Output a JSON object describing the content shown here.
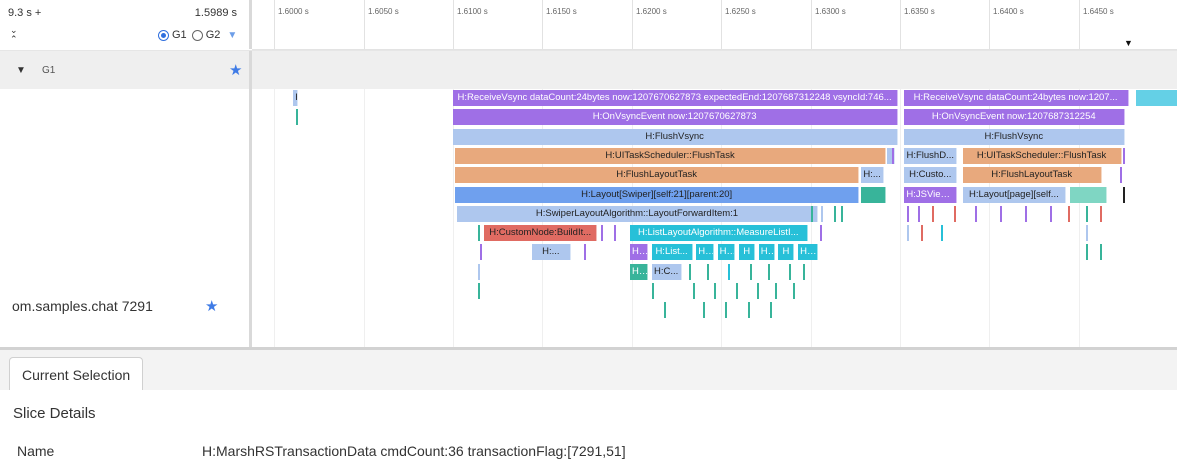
{
  "header": {
    "time_range": "9.3 s +",
    "time_value": "1.5989 s",
    "groups": [
      {
        "label": "G1",
        "selected": true
      },
      {
        "label": "G2",
        "selected": false
      }
    ]
  },
  "ruler": {
    "ticks": [
      "1.6000 s",
      "1.6050 s",
      "1.6100 s",
      "1.6150 s",
      "1.6200 s",
      "1.6250 s",
      "1.6300 s",
      "1.6350 s",
      "1.6400 s",
      "1.6450 s"
    ]
  },
  "group_row": {
    "label": "G1"
  },
  "process": {
    "name": "om.samples.chat 7291"
  },
  "flame": [
    {
      "label": "H:...",
      "color": "#aec7ee",
      "start": 1.60106,
      "end": 1.60135,
      "depth": 0
    },
    {
      "label": "H:ReceiveVsync dataCount:24bytes now:1207670627873 expectedEnd:1207687312248 vsyncId:746...",
      "color": "#9f6fe6",
      "start": 1.60998,
      "end": 1.63487,
      "depth": 0
    },
    {
      "label": "H:ReceiveVsync dataCount:24bytes now:1207...",
      "color": "#9f6fe6",
      "start": 1.6352,
      "end": 1.6478,
      "depth": 0
    },
    {
      "label": "",
      "color": "#64d0e6",
      "start": 1.6482,
      "end": 1.6508,
      "depth": 0
    },
    {
      "label": "H:OnVsyncEvent now:1207670627873",
      "color": "#9f6fe6",
      "start": 1.60998,
      "end": 1.63487,
      "depth": 1
    },
    {
      "label": "H:OnVsyncEvent now:1207687312254",
      "color": "#9f6fe6",
      "start": 1.6352,
      "end": 1.6476,
      "depth": 1
    },
    {
      "label": "H:FlushVsync",
      "color": "#aec7ee",
      "start": 1.60998,
      "end": 1.63487,
      "depth": 2
    },
    {
      "label": "H:FlushVsync",
      "color": "#aec7ee",
      "start": 1.6352,
      "end": 1.6476,
      "depth": 2
    },
    {
      "label": "H:UITaskScheduler::FlushTask",
      "color": "#e8a97d",
      "start": 1.6101,
      "end": 1.63423,
      "depth": 3
    },
    {
      "label": "",
      "color": "#aec7ee",
      "start": 1.63427,
      "end": 1.6347,
      "depth": 3
    },
    {
      "label": "H:FlushD...",
      "color": "#aec7ee",
      "start": 1.63525,
      "end": 1.6382,
      "depth": 3
    },
    {
      "label": "H:UITaskScheduler::FlushTask",
      "color": "#e8a97d",
      "start": 1.6385,
      "end": 1.6474,
      "depth": 3
    },
    {
      "label": "H:FlushLayoutTask",
      "color": "#e8a97d",
      "start": 1.6101,
      "end": 1.63273,
      "depth": 4
    },
    {
      "label": "H:...",
      "color": "#aec7ee",
      "start": 1.63283,
      "end": 1.6341,
      "depth": 4
    },
    {
      "label": "H:Custo...",
      "color": "#aec7ee",
      "start": 1.63525,
      "end": 1.6382,
      "depth": 4
    },
    {
      "label": "H:FlushLayoutTask",
      "color": "#e8a97d",
      "start": 1.6385,
      "end": 1.6463,
      "depth": 4
    },
    {
      "label": "H:Layout[Swiper][self:21][parent:20]",
      "color": "#6fa0ee",
      "start": 1.6101,
      "end": 1.63273,
      "depth": 5
    },
    {
      "label": "",
      "color": "#38b49a",
      "start": 1.63283,
      "end": 1.6342,
      "depth": 5
    },
    {
      "label": "H:JSView...",
      "color": "#9f6fe6",
      "start": 1.63525,
      "end": 1.6382,
      "depth": 5
    },
    {
      "label": "H:Layout[page][self...",
      "color": "#aec7ee",
      "start": 1.6385,
      "end": 1.6443,
      "depth": 5
    },
    {
      "label": "",
      "color": "#7fd6c3",
      "start": 1.6445,
      "end": 1.6466,
      "depth": 5
    },
    {
      "label": "H:SwiperLayoutAlgorithm::LayoutForwardItem:1",
      "color": "#aec7ee",
      "start": 1.6102,
      "end": 1.63043,
      "depth": 6
    },
    {
      "label": "H:CustomNode:BuildIt...",
      "color": "#e06b62",
      "start": 1.61175,
      "end": 1.61805,
      "depth": 7
    },
    {
      "label": "H:ListLayoutAlgorithm::MeasureListI...",
      "color": "#27c0d8",
      "start": 1.6199,
      "end": 1.62983,
      "depth": 7
    },
    {
      "label": "H:...",
      "color": "#aec7ee",
      "start": 1.6144,
      "end": 1.6166,
      "depth": 8
    },
    {
      "label": "H...",
      "color": "#9f6fe6",
      "start": 1.6199,
      "end": 1.6209,
      "depth": 8
    },
    {
      "label": "H:List...",
      "color": "#27c0d8",
      "start": 1.6211,
      "end": 1.6234,
      "depth": 8
    },
    {
      "label": "H...",
      "color": "#27c0d8",
      "start": 1.6236,
      "end": 1.6246,
      "depth": 8
    },
    {
      "label": "H...",
      "color": "#27c0d8",
      "start": 1.6248,
      "end": 1.6258,
      "depth": 8
    },
    {
      "label": "H",
      "color": "#27c0d8",
      "start": 1.626,
      "end": 1.6269,
      "depth": 8
    },
    {
      "label": "H...",
      "color": "#27c0d8",
      "start": 1.6271,
      "end": 1.628,
      "depth": 8
    },
    {
      "label": "H",
      "color": "#27c0d8",
      "start": 1.6282,
      "end": 1.6291,
      "depth": 8
    },
    {
      "label": "H...",
      "color": "#27c0d8",
      "start": 1.6293,
      "end": 1.6304,
      "depth": 8
    },
    {
      "label": "H...",
      "color": "#38b49a",
      "start": 1.6199,
      "end": 1.6209,
      "depth": 9
    },
    {
      "label": "H:C...",
      "color": "#aec7ee",
      "start": 1.6211,
      "end": 1.6228,
      "depth": 9
    }
  ],
  "thin_marks": [
    {
      "x": 1.60122,
      "depth": 1,
      "color": "#38b49a"
    },
    {
      "x": 1.6343,
      "depth": 3,
      "color": "#aec7ee"
    },
    {
      "x": 1.63455,
      "depth": 3,
      "color": "#9f6fe6"
    },
    {
      "x": 1.6475,
      "depth": 3,
      "color": "#9f6fe6"
    },
    {
      "x": 1.6473,
      "depth": 4,
      "color": "#9f6fe6"
    },
    {
      "x": 1.6475,
      "depth": 5,
      "color": "#222222"
    },
    {
      "x": 1.63,
      "depth": 6,
      "color": "#38b49a"
    },
    {
      "x": 1.6306,
      "depth": 6,
      "color": "#aec7ee"
    },
    {
      "x": 1.6313,
      "depth": 6,
      "color": "#38b49a"
    },
    {
      "x": 1.6317,
      "depth": 6,
      "color": "#38b49a"
    },
    {
      "x": 1.6354,
      "depth": 6,
      "color": "#9f6fe6"
    },
    {
      "x": 1.636,
      "depth": 6,
      "color": "#9f6fe6"
    },
    {
      "x": 1.6368,
      "depth": 6,
      "color": "#e06b62"
    },
    {
      "x": 1.638,
      "depth": 6,
      "color": "#e06b62"
    },
    {
      "x": 1.6392,
      "depth": 6,
      "color": "#9f6fe6"
    },
    {
      "x": 1.6406,
      "depth": 6,
      "color": "#9f6fe6"
    },
    {
      "x": 1.642,
      "depth": 6,
      "color": "#9f6fe6"
    },
    {
      "x": 1.6434,
      "depth": 6,
      "color": "#9f6fe6"
    },
    {
      "x": 1.6444,
      "depth": 6,
      "color": "#e06b62"
    },
    {
      "x": 1.6454,
      "depth": 6,
      "color": "#38b49a"
    },
    {
      "x": 1.6462,
      "depth": 6,
      "color": "#e06b62"
    },
    {
      "x": 1.6114,
      "depth": 7,
      "color": "#38b49a"
    },
    {
      "x": 1.6183,
      "depth": 7,
      "color": "#9f6fe6"
    },
    {
      "x": 1.619,
      "depth": 7,
      "color": "#9f6fe6"
    },
    {
      "x": 1.6305,
      "depth": 7,
      "color": "#9f6fe6"
    },
    {
      "x": 1.6354,
      "depth": 7,
      "color": "#aec7ee"
    },
    {
      "x": 1.6362,
      "depth": 7,
      "color": "#e06b62"
    },
    {
      "x": 1.6373,
      "depth": 7,
      "color": "#27c0d8"
    },
    {
      "x": 1.6454,
      "depth": 7,
      "color": "#aec7ee"
    },
    {
      "x": 1.6115,
      "depth": 8,
      "color": "#9f6fe6"
    },
    {
      "x": 1.6173,
      "depth": 8,
      "color": "#9f6fe6"
    },
    {
      "x": 1.6454,
      "depth": 8,
      "color": "#38b49a"
    },
    {
      "x": 1.6462,
      "depth": 8,
      "color": "#38b49a"
    },
    {
      "x": 1.6114,
      "depth": 9,
      "color": "#aec7ee"
    },
    {
      "x": 1.6232,
      "depth": 9,
      "color": "#38b49a"
    },
    {
      "x": 1.6242,
      "depth": 9,
      "color": "#38b49a"
    },
    {
      "x": 1.6254,
      "depth": 9,
      "color": "#27c0d8"
    },
    {
      "x": 1.6266,
      "depth": 9,
      "color": "#38b49a"
    },
    {
      "x": 1.6276,
      "depth": 9,
      "color": "#38b49a"
    },
    {
      "x": 1.6288,
      "depth": 9,
      "color": "#38b49a"
    },
    {
      "x": 1.6296,
      "depth": 9,
      "color": "#38b49a"
    },
    {
      "x": 1.6114,
      "depth": 10,
      "color": "#38b49a"
    },
    {
      "x": 1.6211,
      "depth": 10,
      "color": "#38b49a"
    },
    {
      "x": 1.6234,
      "depth": 10,
      "color": "#38b49a"
    },
    {
      "x": 1.6246,
      "depth": 10,
      "color": "#38b49a"
    },
    {
      "x": 1.6258,
      "depth": 10,
      "color": "#38b49a"
    },
    {
      "x": 1.627,
      "depth": 10,
      "color": "#38b49a"
    },
    {
      "x": 1.628,
      "depth": 10,
      "color": "#38b49a"
    },
    {
      "x": 1.629,
      "depth": 10,
      "color": "#38b49a"
    },
    {
      "x": 1.6218,
      "depth": 11,
      "color": "#38b49a"
    },
    {
      "x": 1.624,
      "depth": 11,
      "color": "#38b49a"
    },
    {
      "x": 1.6252,
      "depth": 11,
      "color": "#38b49a"
    },
    {
      "x": 1.6265,
      "depth": 11,
      "color": "#38b49a"
    },
    {
      "x": 1.6277,
      "depth": 11,
      "color": "#38b49a"
    }
  ],
  "timeline": {
    "start": 1.59875,
    "end": 1.6505
  },
  "bottom": {
    "tab_current": "Current Selection",
    "details_title": "Slice Details",
    "name_label": "Name",
    "name_value": "H:MarshRSTransactionData cmdCount:36 transactionFlag:[7291,51]"
  },
  "colors": {
    "accent": "#3f7be6",
    "purple": "#9f6fe6",
    "light_blue": "#aec7ee",
    "orange": "#e8a97d",
    "blue": "#6fa0ee",
    "teal": "#38b49a",
    "cyan": "#27c0d8",
    "red": "#e06b62"
  }
}
